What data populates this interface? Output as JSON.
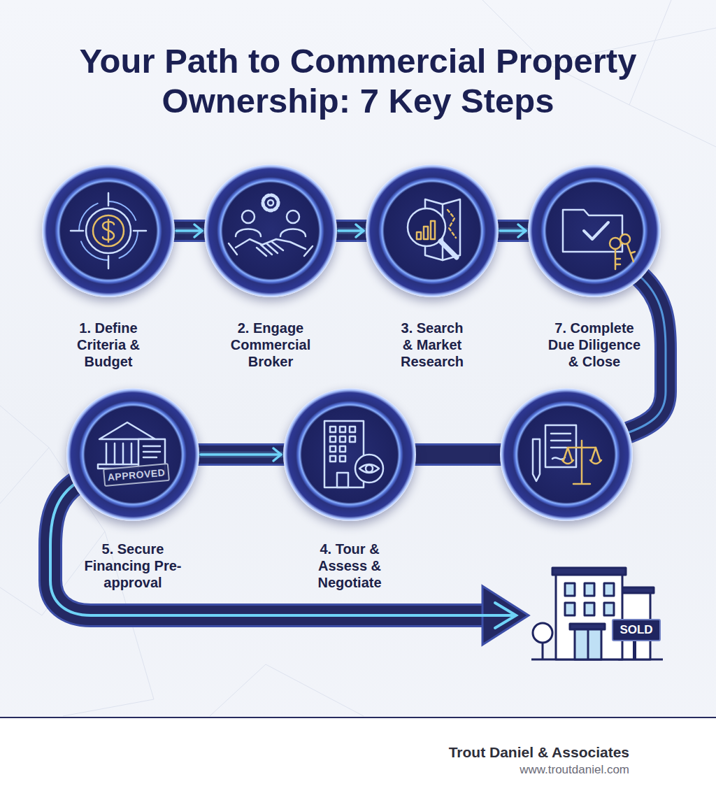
{
  "diagram": {
    "title": "Your Path to Commercial Property Ownership: 7 Key Steps",
    "nodes": [
      {
        "text": [
          "1. Define Criteria & Budget"
        ]
      },
      {
        "text": [
          "2. Engage Commercial Broker"
        ]
      },
      {
        "text": [
          "3. Search & Market Research"
        ]
      },
      {
        "text": [
          "7. Complete Due Diligence & Close"
        ]
      },
      {
        "text": [
          "5. Secure Financing Pre-approval"
        ]
      },
      {
        "text": [
          "4. Tour & Assess & Negotiate"
        ]
      }
    ],
    "edges": [
      {
        "from": 0,
        "to": 1,
        "arrow": "to"
      },
      {
        "from": 1,
        "to": 2,
        "arrow": "to"
      },
      {
        "from": 2,
        "to": 3,
        "arrow": "to"
      },
      {
        "from": 4,
        "to": 5,
        "arrow": "to"
      }
    ],
    "labels": [
      "APPROVED",
      "SOLD",
      "Trout Daniel & Associates",
      "www.troutdaniel.com"
    ]
  }
}
